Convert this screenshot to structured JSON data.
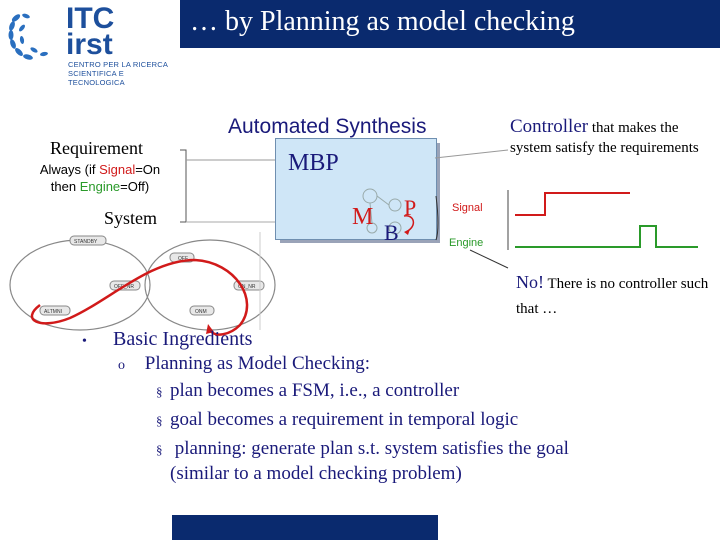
{
  "title": "… by Planning as model checking",
  "logo": {
    "main": "ITC",
    "sub": "irst",
    "caption_line1": "CENTRO PER LA RICERCA",
    "caption_line2": "SCIENTIFICA E TECNOLOGICA"
  },
  "requirement": {
    "title": "Requirement",
    "always": "Always (if ",
    "signal": "Signal",
    "eq_on": "=On",
    "then": "then ",
    "engine": "Engine",
    "eq_off": "=Off",
    "close": ")"
  },
  "system_label": "System",
  "synthesis": {
    "title": "Automated Synthesis",
    "box_label": "MBP",
    "m": "M",
    "b": "B",
    "p": "P"
  },
  "controller": {
    "lead": "Controller",
    "rest": " that makes the system satisfy the requirements"
  },
  "signals": {
    "signal_label": "Signal",
    "engine_label": "Engine"
  },
  "state_machine": {
    "states": [
      "STANDBY",
      "OFF",
      "OFF_NR",
      "ON_NR",
      "ALTMNI",
      "ONM"
    ]
  },
  "no_controller": {
    "lead": "No!",
    "rest": " There is no controller such that …"
  },
  "bullets": {
    "l1": "Basic Ingredients",
    "l2": "Planning as Model Checking:",
    "items": [
      "plan  becomes a FSM, i.e., a controller",
      "goal becomes a requirement in temporal logic",
      " planning: generate plan s.t. system satisfies the goal",
      "(similar to a model checking problem)"
    ],
    "marker_l1": "•",
    "marker_l2": "o",
    "marker_l3": "§"
  },
  "colors": {
    "navy": "#0a2a6e",
    "title_blue": "#1a1a7a",
    "signal_red": "#d11a1a",
    "engine_green": "#2a9a2a"
  }
}
